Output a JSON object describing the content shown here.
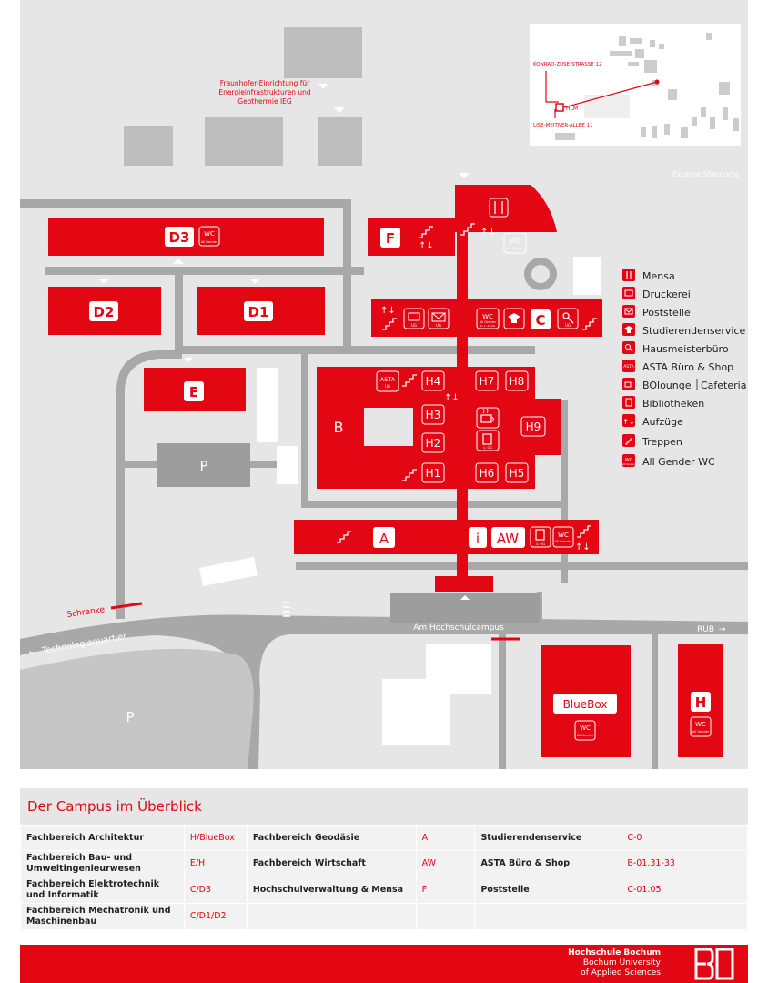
{
  "map": {
    "fraunhofer_label": [
      "Fraunhofer-Einrichtung für",
      "Energieinfrastrukturen und",
      "Geothermie IEG"
    ],
    "externe_standorte": "Externe Standorte",
    "inset": {
      "street1": "KONRAD-ZUSE-STRASSE 12",
      "street2": "LISE-MEITNER-ALLEE 11",
      "hlm": "HLM"
    },
    "buildings": {
      "d3": "D3",
      "d2": "D2",
      "d1": "D1",
      "e": "E",
      "f": "F",
      "c": "C",
      "b": "B",
      "a": "A",
      "aw": "AW",
      "info": "i",
      "parking": "P",
      "bluebox": "BlueBox",
      "h": "H",
      "h1": "H1",
      "h2": "H2",
      "h3": "H3",
      "h4": "H4",
      "h5": "H5",
      "h6": "H6",
      "h7": "H7",
      "h8": "H8",
      "h9": "H9"
    },
    "icon_text": {
      "wc": "WC",
      "all_gender": "All Gender",
      "ug": "UG",
      "asta": "ASTA",
      "og1": "1. OG",
      "og4": "4. OG",
      "floors_c": "0. 1. 2. OG"
    },
    "streets": {
      "schranke": "Schranke",
      "technologiequartier": "Technologiequartier",
      "hochschulcampus": "Am Hochschulcampus",
      "rub": "RUB"
    }
  },
  "legend": [
    {
      "icon": "mensa-icon",
      "label": "Mensa"
    },
    {
      "icon": "printer-icon",
      "label": "Druckerei"
    },
    {
      "icon": "mail-icon",
      "label": "Poststelle"
    },
    {
      "icon": "graduation-cap-icon",
      "label": "Studierendenservice"
    },
    {
      "icon": "wrench-icon",
      "label": "Hausmeisterbüro"
    },
    {
      "icon": "asta-icon",
      "label": "ASTA Büro & Shop",
      "icon_text": "ASTA"
    },
    {
      "icon": "coffee-icon",
      "label": "BOlounge",
      "label2": "Cafeteria"
    },
    {
      "icon": "book-icon",
      "label": "Bibliotheken"
    },
    {
      "icon": "elevator-icon",
      "label": "Aufzüge"
    },
    {
      "icon": "stairs-icon",
      "label": "Treppen"
    },
    {
      "icon": "wc-icon",
      "label": "All Gender WC"
    }
  ],
  "panel": {
    "title": "Der Campus im Überblick",
    "rows": [
      [
        {
          "label": "Fachbereich Architektur",
          "value": "H/BlueBox"
        },
        {
          "label": "Fachbereich Geodäsie",
          "value": "A"
        },
        {
          "label": "Studierendenservice",
          "value": "C-0"
        }
      ],
      [
        {
          "label": "Fachbereich Bau- und Umweltingenieurwesen",
          "value": "E/H"
        },
        {
          "label": "Fachbereich Wirtschaft",
          "value": "AW"
        },
        {
          "label": "ASTA Büro & Shop",
          "value": "B-01.31-33"
        }
      ],
      [
        {
          "label": "Fachbereich Elektrotechnik und Informatik",
          "value": "C/D3"
        },
        {
          "label": "Hochschulverwaltung & Mensa",
          "value": "F"
        },
        {
          "label": "Poststelle",
          "value": "C-01.05"
        }
      ],
      [
        {
          "label": "Fachbereich Mechatronik und Maschinenbau",
          "value": "C/D1/D2"
        },
        {
          "label": "",
          "value": ""
        },
        {
          "label": "",
          "value": ""
        }
      ]
    ]
  },
  "footer": {
    "line1": "Hochschule Bochum",
    "line2": "Bochum University",
    "line3": "of Applied Sciences",
    "logo": "BO"
  },
  "colors": {
    "red": "#e30613",
    "grey_bg": "#e6e6e6",
    "road": "#a8a8a8",
    "building_grey": "#bdbdbd",
    "dark_grey": "#9d9d9d"
  }
}
